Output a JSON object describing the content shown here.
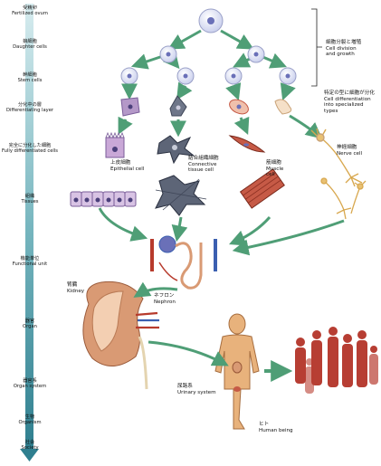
{
  "levels": [
    {
      "jp": "受精卵",
      "en": "Fertilized ovum"
    },
    {
      "jp": "娘細胞",
      "en": "Daughter cells"
    },
    {
      "jp": "幹細胞",
      "en": "Stem cells"
    },
    {
      "jp": "分化中の層",
      "en": "Differentiating layer"
    },
    {
      "jp": "完全に分化した細胞",
      "en": "Fully differentiated cells"
    },
    {
      "jp": "組織",
      "en": "Tissues"
    },
    {
      "jp": "機能単位",
      "en": "Functional unit"
    },
    {
      "jp": "器官",
      "en": "Organ"
    },
    {
      "jp": "器官系",
      "en": "Organ system"
    },
    {
      "jp": "生物",
      "en": "Organism"
    },
    {
      "jp": "社会",
      "en": "Society"
    }
  ],
  "labels": {
    "division_jp": "細胞分裂と増殖",
    "division_en1": "Cell division",
    "division_en2": "and growth",
    "specialize_jp": "特定の型に細胞が分化",
    "specialize_en1": "Cell differentiation",
    "specialize_en2": "into specialized",
    "specialize_en3": "types",
    "epithelial_jp": "上皮細胞",
    "epithelial_en": "Epithelial cell",
    "connective_jp": "結合組織細胞",
    "connective_en1": "Connective",
    "connective_en2": "tissue cell",
    "muscle_jp": "筋細胞",
    "muscle_en1": "Muscle",
    "muscle_en2": "cell",
    "nerve_jp": "神経細胞",
    "nerve_en": "Nerve cell",
    "kidney_jp": "腎臓",
    "kidney_en": "Kidney",
    "nephron_jp": "ネフロン",
    "nephron_en": "Nephron",
    "urinary_jp": "尿路系",
    "urinary_en": "Urinary system",
    "human_jp": "ヒト",
    "human_en": "Human being"
  },
  "colors": {
    "axis_bar": "#5fa7b2",
    "arrow": "#4f9e76",
    "cell_body": "#f0d9c8",
    "nucleus": "#6a70b8",
    "stem_cell": "#c9cfee",
    "epithelial": "#b498c8",
    "connective": "#5d6577",
    "muscle": "#c65a46",
    "nerve": "#e9c173",
    "kidney": "#d99a74",
    "crowd": "#b02a1d"
  }
}
